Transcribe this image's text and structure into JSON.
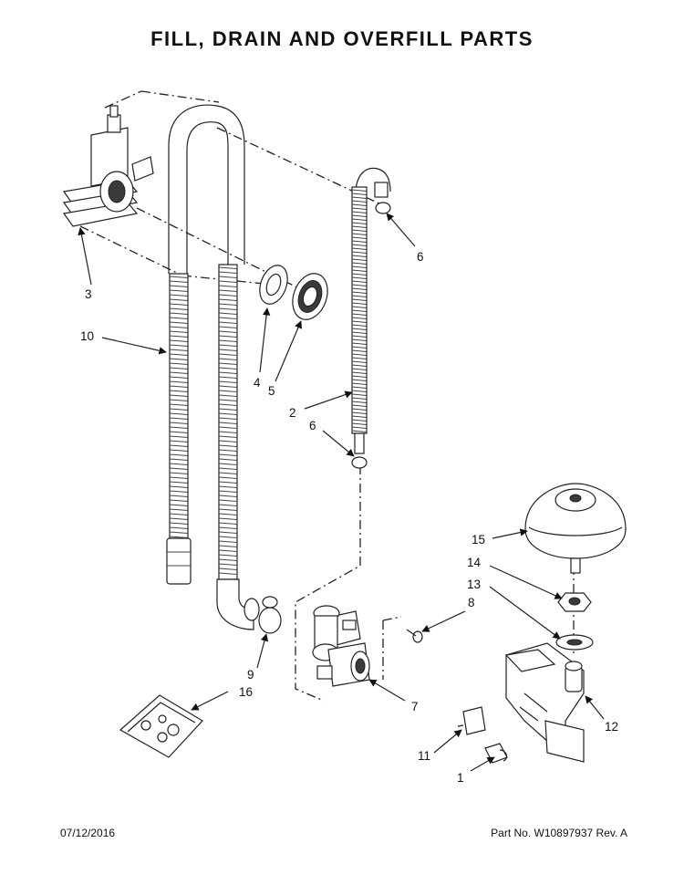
{
  "title": "FILL, DRAIN AND OVERFILL PARTS",
  "footer": {
    "date": "07/12/2016",
    "part_no": "Part No.  W10897937  Rev.  A"
  },
  "callouts": {
    "c1": "1",
    "c2": "2",
    "c3": "3",
    "c4": "4",
    "c5": "5",
    "c6a": "6",
    "c6b": "6",
    "c7": "7",
    "c8": "8",
    "c9": "9",
    "c10": "10",
    "c11": "11",
    "c12": "12",
    "c13": "13",
    "c14": "14",
    "c15": "15",
    "c16": "16"
  },
  "parts": [
    {
      "id": "part-1",
      "label": "1"
    },
    {
      "id": "part-2",
      "label": "2"
    },
    {
      "id": "part-3",
      "label": "3"
    },
    {
      "id": "part-4",
      "label": "4"
    },
    {
      "id": "part-5",
      "label": "5"
    },
    {
      "id": "part-6",
      "label": "6"
    },
    {
      "id": "part-7",
      "label": "7"
    },
    {
      "id": "part-8",
      "label": "8"
    },
    {
      "id": "part-9",
      "label": "9"
    },
    {
      "id": "part-10",
      "label": "10"
    },
    {
      "id": "part-11",
      "label": "11"
    },
    {
      "id": "part-12",
      "label": "12"
    },
    {
      "id": "part-13",
      "label": "13"
    },
    {
      "id": "part-14",
      "label": "14"
    },
    {
      "id": "part-15",
      "label": "15"
    },
    {
      "id": "part-16",
      "label": "16"
    }
  ]
}
